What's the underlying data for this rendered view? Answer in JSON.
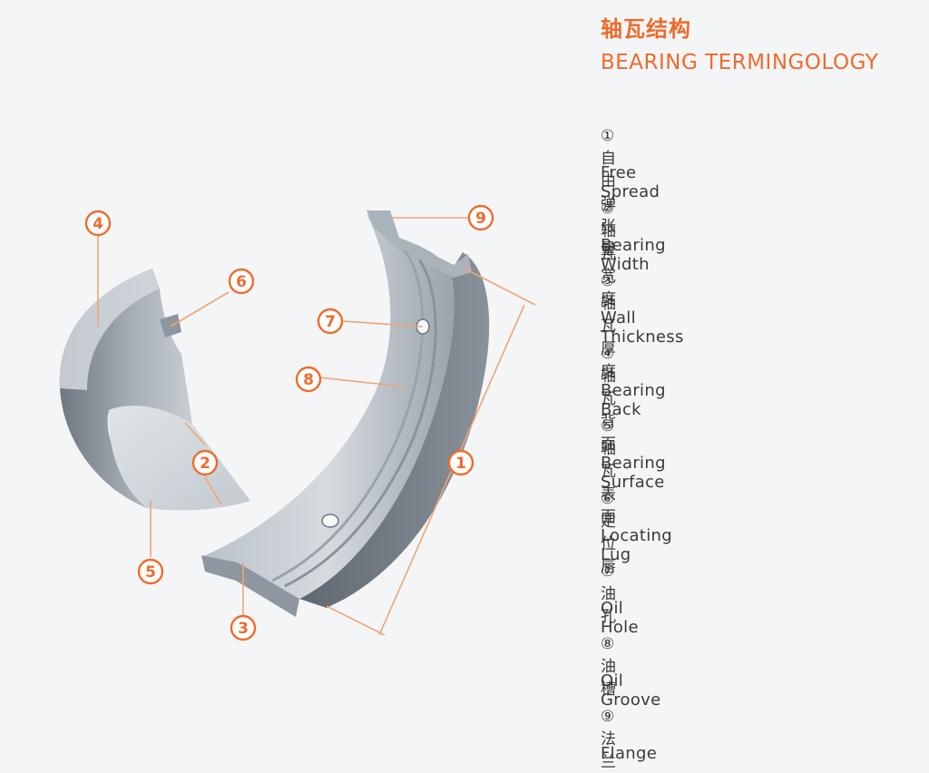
{
  "header": {
    "title_cn": "轴瓦结构",
    "title_en": "BEARING TERMINGOLOGY"
  },
  "terms": [
    {
      "num": "1",
      "cn": "①自由弹张量",
      "en": "Free Spread"
    },
    {
      "num": "2",
      "cn": "②轴瓦宽度",
      "en": "Bearing Width"
    },
    {
      "num": "3",
      "cn": "③轴瓦厚度",
      "en": "Wall Thickness"
    },
    {
      "num": "4",
      "cn": "④轴瓦背面",
      "en": "Bearing Back"
    },
    {
      "num": "5",
      "cn": "⑤轴瓦表面",
      "en": "Bearing Surface"
    },
    {
      "num": "6",
      "cn": "⑥定位唇",
      "en": "Locating Lug"
    },
    {
      "num": "7",
      "cn": "⑦油孔",
      "en": "Oil Hole"
    },
    {
      "num": "8",
      "cn": "⑧油槽",
      "en": "Oil Groove"
    },
    {
      "num": "9",
      "cn": "⑨法兰",
      "en": "Flange"
    }
  ],
  "colors": {
    "accent": "#ee6b2d",
    "leader_line": "#f0a477",
    "text": "#3a3a3a",
    "metal_light": "#c9d0d6",
    "metal_dark": "#6e7780"
  }
}
